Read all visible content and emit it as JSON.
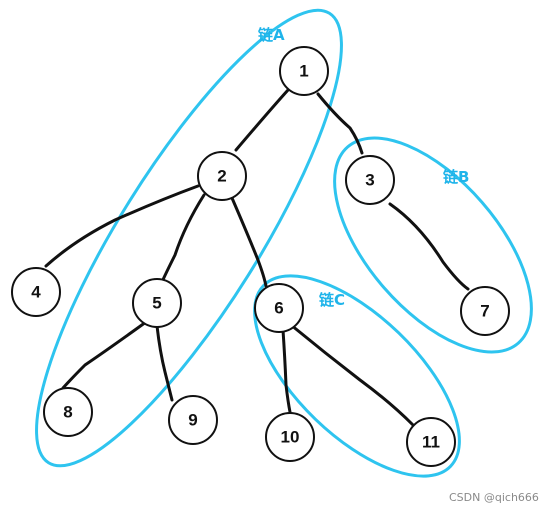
{
  "nodes": [
    {
      "id": "n1",
      "label": "1"
    },
    {
      "id": "n2",
      "label": "2"
    },
    {
      "id": "n3",
      "label": "3"
    },
    {
      "id": "n4",
      "label": "4"
    },
    {
      "id": "n5",
      "label": "5"
    },
    {
      "id": "n6",
      "label": "6"
    },
    {
      "id": "n7",
      "label": "7"
    },
    {
      "id": "n8",
      "label": "8"
    },
    {
      "id": "n9",
      "label": "9"
    },
    {
      "id": "n10",
      "label": "10"
    },
    {
      "id": "n11",
      "label": "11"
    }
  ],
  "edges": [
    {
      "from": "1",
      "to": "2"
    },
    {
      "from": "1",
      "to": "3"
    },
    {
      "from": "2",
      "to": "4"
    },
    {
      "from": "2",
      "to": "5"
    },
    {
      "from": "2",
      "to": "6"
    },
    {
      "from": "3",
      "to": "7"
    },
    {
      "from": "5",
      "to": "8"
    },
    {
      "from": "5",
      "to": "9"
    },
    {
      "from": "6",
      "to": "10"
    },
    {
      "from": "6",
      "to": "11"
    }
  ],
  "chains": [
    {
      "id": "A",
      "label": "链A",
      "members": [
        "1",
        "2",
        "5",
        "8"
      ]
    },
    {
      "id": "B",
      "label": "链B",
      "members": [
        "3",
        "7"
      ]
    },
    {
      "id": "C",
      "label": "链C",
      "members": [
        "6",
        "11"
      ]
    }
  ],
  "colors": {
    "chain_outline": "#2ec4ef",
    "chain_label": "#1fb4ea",
    "edge": "#111111",
    "node_stroke": "#111111"
  },
  "watermark": "CSDN @qich666"
}
